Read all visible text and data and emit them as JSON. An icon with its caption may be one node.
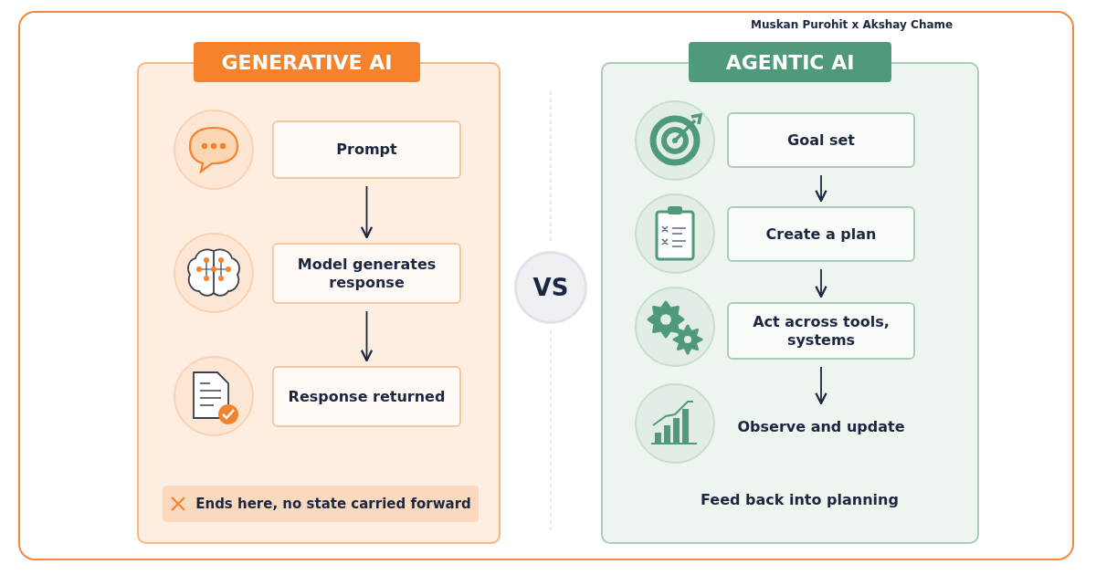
{
  "diagram": {
    "nodes": [
      {
        "text": [
          "GENERATIVE AI"
        ]
      },
      {
        "text": [
          "Prompt"
        ],
        "in": 0
      },
      {
        "text": [
          "Model generates response"
        ],
        "in": 0
      },
      {
        "text": [
          "Response returned"
        ],
        "in": 0
      },
      {
        "text": [
          "Ends here, no state carried forward"
        ],
        "in": 0
      },
      {
        "text": [
          "AGENTIC AI"
        ]
      },
      {
        "text": [
          "Goal set"
        ],
        "in": 5
      },
      {
        "text": [
          "Create a plan"
        ],
        "in": 5
      },
      {
        "text": [
          "Act across tools, systems"
        ],
        "in": 5
      },
      {
        "text": [
          "Observe and update"
        ],
        "in": 5
      },
      {
        "text": [
          "VS"
        ]
      }
    ],
    "edges": [
      {
        "from": 1,
        "to": 2,
        "arrow": "to"
      },
      {
        "from": 2,
        "to": 3,
        "arrow": "to"
      },
      {
        "from": 6,
        "to": 7,
        "arrow": "to"
      },
      {
        "from": 7,
        "to": 8,
        "arrow": "to"
      },
      {
        "from": 8,
        "to": 9,
        "arrow": "to"
      }
    ],
    "labels": [
      "Muskan Purohit x Akshay Chame",
      "Feed back into planning"
    ]
  }
}
